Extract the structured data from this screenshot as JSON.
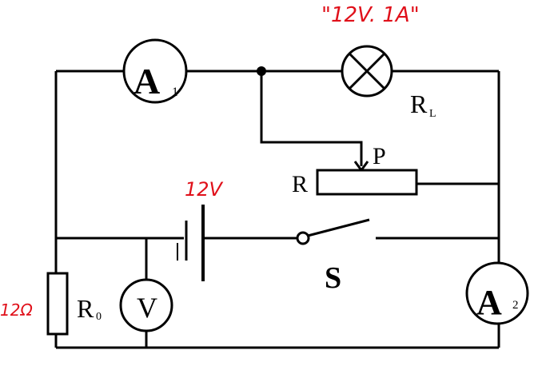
{
  "labels": {
    "ammeter_1": "A",
    "ammeter_1_sub": "1",
    "ammeter_2": "A",
    "ammeter_2_sub": "2",
    "voltmeter": "V",
    "lamp": "R",
    "lamp_sub": "L",
    "slider": "P",
    "rheostat": "R",
    "switch": "S",
    "resistor_0": "R",
    "resistor_0_sub": "0"
  },
  "annotations": {
    "lamp_rating": "\"12V. 1A\"",
    "battery_voltage": "12V",
    "r0_value": "12Ω"
  },
  "colors": {
    "wire": "#000000",
    "annotation": "#e0101a"
  }
}
